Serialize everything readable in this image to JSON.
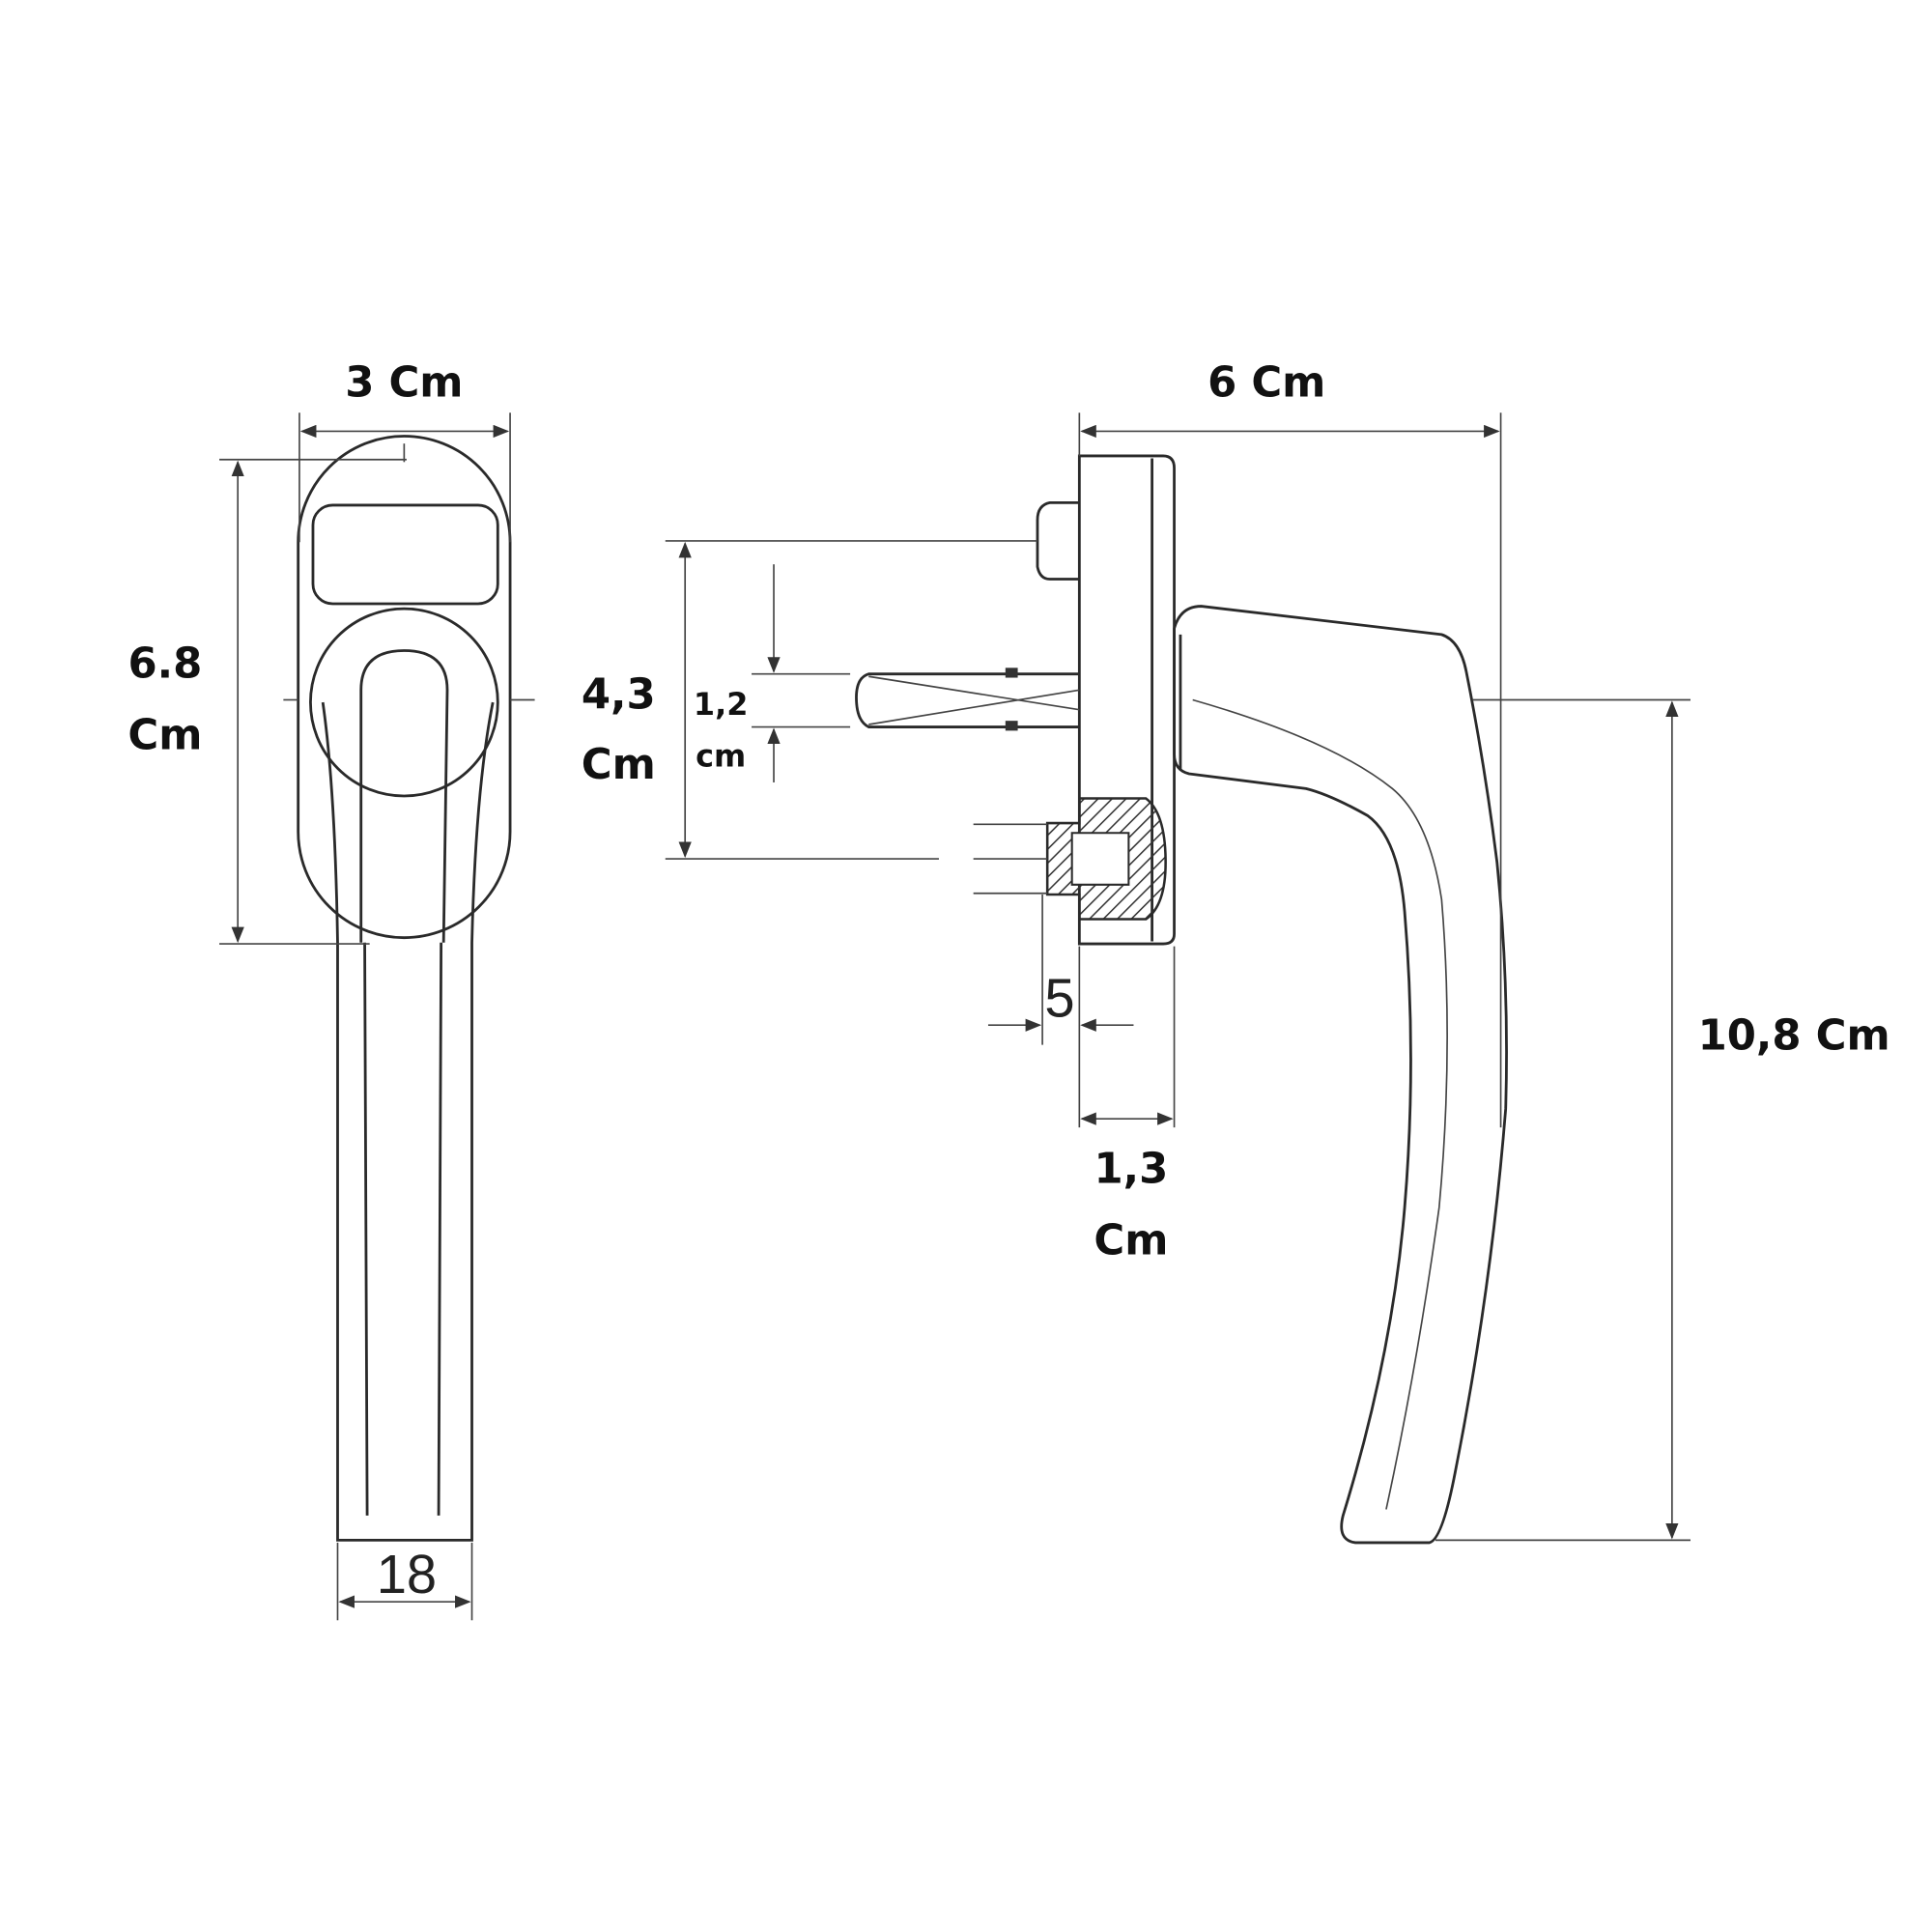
{
  "title": "Window handle dimension drawing",
  "dimensions": {
    "front_width": "3 Cm",
    "front_height_value": "6.8",
    "front_height_unit": "Cm",
    "grip_width": "18",
    "side_depth": "6 Cm",
    "spindle_offset_value": "4,3",
    "spindle_offset_unit": "Cm",
    "spindle_size_value": "1,2",
    "spindle_size_unit": "cm",
    "screw_dim": "5",
    "base_thickness_value": "1,3",
    "base_thickness_unit": "Cm",
    "handle_length": "10,8 Cm"
  },
  "colors": {
    "line": "#2a2a2a",
    "text": "#111111",
    "hatch": "#333333"
  }
}
